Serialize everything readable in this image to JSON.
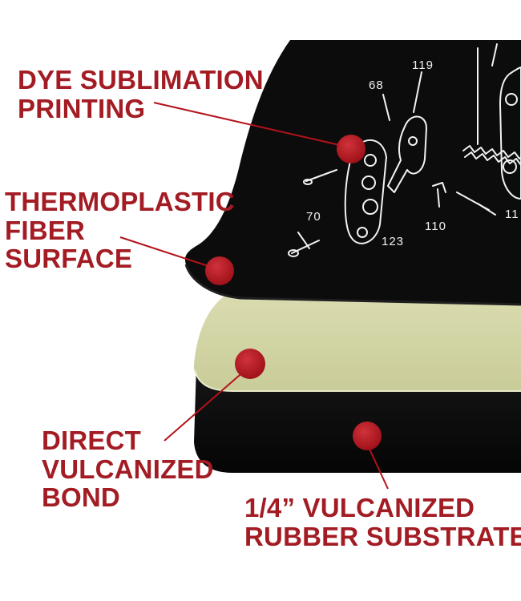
{
  "labels": {
    "dye_sublimation": [
      "DYE SUBLIMATION",
      "PRINTING"
    ],
    "thermoplastic": [
      "THERMOPLASTIC",
      "FIBER",
      "SURFACE"
    ],
    "vulcanized_bond": [
      "DIRECT",
      "VULCANIZED",
      "BOND"
    ],
    "rubber_substrate": [
      "1/4” VULCANIZED",
      "RUBBER SUBSTRATE"
    ]
  },
  "part_numbers": [
    "68",
    "119",
    "70",
    "110",
    "123",
    "11"
  ],
  "colors": {
    "label_red": "#a31c24",
    "marker_red": "#b5121b",
    "mat_black": "#0c0c0c",
    "bond_green": "#d2d4a4",
    "drawing_white": "#f2f2f2"
  }
}
